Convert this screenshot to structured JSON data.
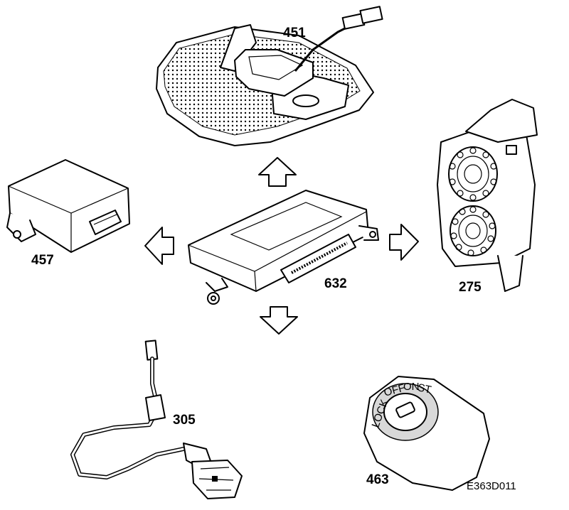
{
  "components": [
    {
      "id": "overhead-console",
      "number": "451"
    },
    {
      "id": "immobiliser-module",
      "number": "457"
    },
    {
      "id": "control-unit",
      "number": "632"
    },
    {
      "id": "siren",
      "number": "275"
    },
    {
      "id": "sensor-cable",
      "number": "305"
    },
    {
      "id": "ignition-switch",
      "number": "463"
    }
  ],
  "ignition_switch_markings": [
    "OFF",
    "ON",
    "ST",
    "LOCK"
  ],
  "figure_reference": "E363D011",
  "arrows": [
    "up",
    "left",
    "right",
    "down"
  ]
}
